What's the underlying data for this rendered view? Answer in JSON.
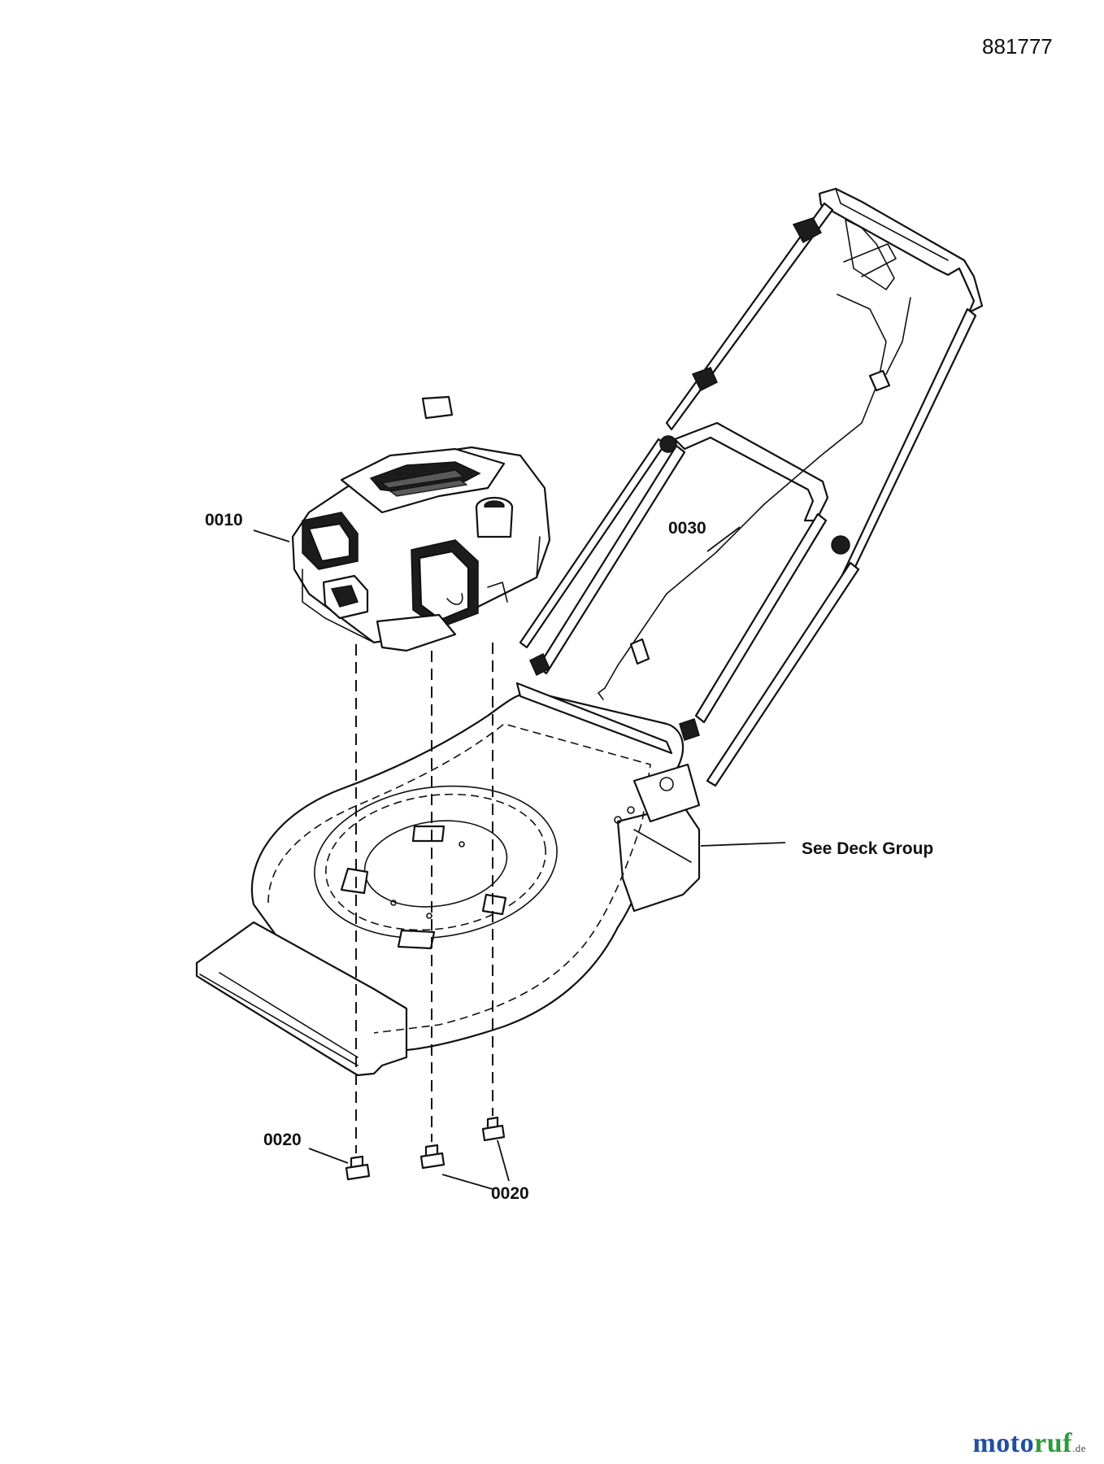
{
  "document": {
    "diagram_number": "881777"
  },
  "callouts": {
    "engine": "0010",
    "bolt_left": "0020",
    "bolt_right": "0020",
    "cable": "0030",
    "deck_reference": "See Deck Group"
  },
  "watermark": {
    "part1": "moto",
    "part2": "ruf",
    "suffix": ".de"
  },
  "colors": {
    "line": "#111111",
    "background": "#ffffff",
    "watermark_blue": "#1f4fa3",
    "watermark_green": "#2e9a3b"
  }
}
